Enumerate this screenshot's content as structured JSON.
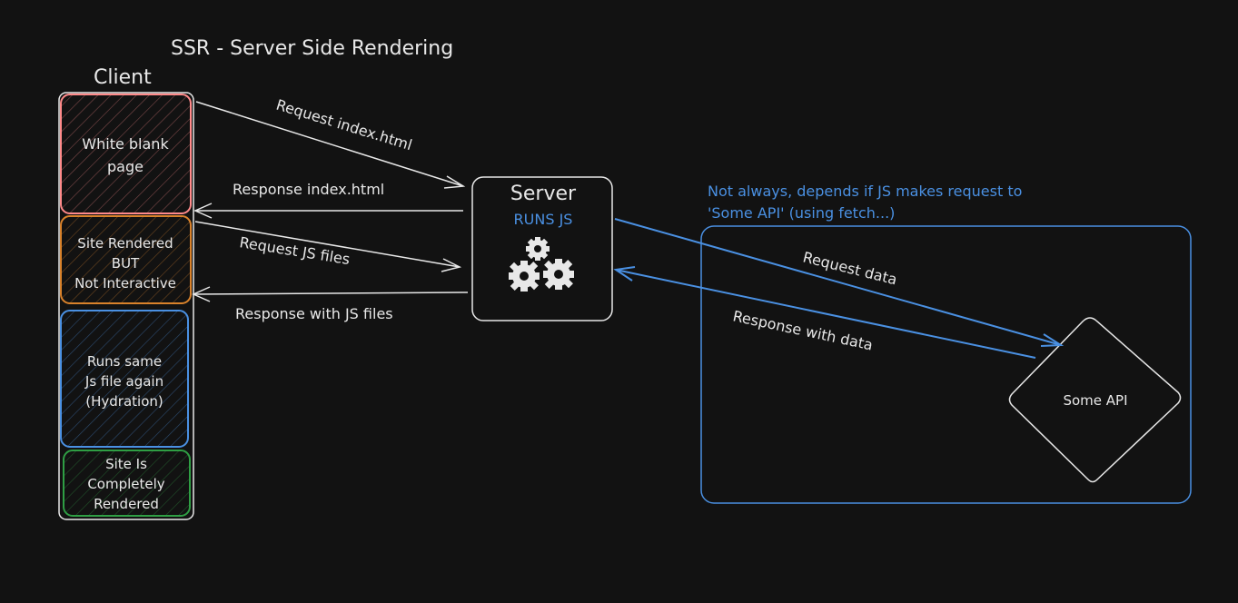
{
  "title": "SSR - Server Side Rendering",
  "client": {
    "label": "Client",
    "stages": [
      {
        "lines": [
          "White blank",
          "page"
        ],
        "color": "#ff8a8a"
      },
      {
        "lines": [
          "Site Rendered",
          "BUT",
          "Not Interactive"
        ],
        "color": "#d9822b"
      },
      {
        "lines": [
          "Runs same",
          "Js file again",
          "(Hydration)"
        ],
        "color": "#4a90e2"
      },
      {
        "lines": [
          "Site Is",
          "Completely",
          "Rendered"
        ],
        "color": "#2f9e44"
      }
    ]
  },
  "server": {
    "label": "Server",
    "sublabel": "RUNS JS"
  },
  "arrows": {
    "request_index": "Request index.html",
    "response_index": "Response index.html",
    "request_js": "Request JS files",
    "response_js": "Response with JS files",
    "request_data": "Request data",
    "response_data": "Response with data"
  },
  "api": {
    "label": "Some API",
    "note_line1": "Not always, depends if JS makes request to",
    "note_line2": "'Some API' (using fetch...)"
  },
  "colors": {
    "background": "#121212",
    "stroke": "#e8e8e8",
    "blue": "#4a90e2"
  },
  "icons": {
    "server_icon": "gears-icon"
  }
}
